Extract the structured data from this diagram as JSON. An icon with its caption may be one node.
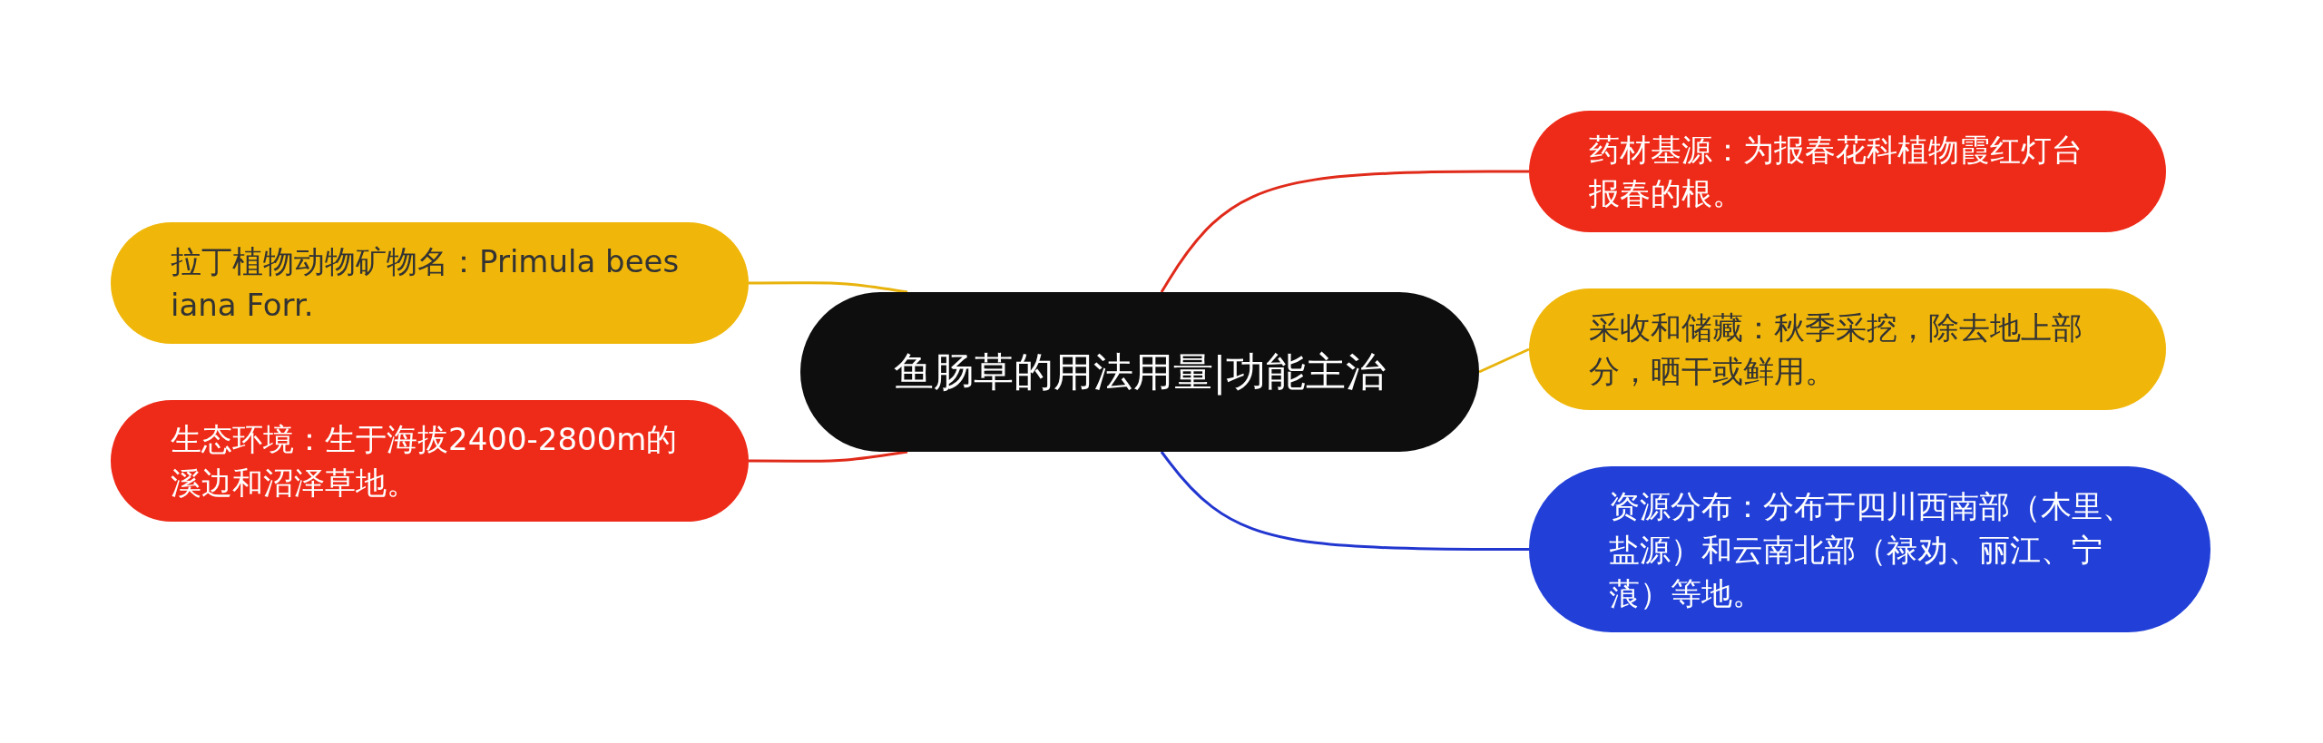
{
  "diagram": {
    "nodes": [
      {
        "text": [
          "鱼肠草的用法用量|功能主治"
        ]
      },
      {
        "text": [
          "药材基源：为报春花科植物霞红灯台报春的根。"
        ]
      },
      {
        "text": [
          "采收和储藏：秋季采挖，除去地上部分，晒干或鲜用。"
        ]
      },
      {
        "text": [
          "资源分布：分布于四川西南部（木里、盐源）和云南北部（禄劝、丽江、宁蒗）等地。"
        ]
      },
      {
        "text": [
          "拉丁植物动物矿物名：Primula beesiana Forr."
        ]
      },
      {
        "text": [
          "生态环境：生于海拔2400-2800m的溪边和沼泽草地。"
        ]
      }
    ],
    "edges": [
      {
        "from": 0,
        "to": 1,
        "arrow": "none",
        "color": "#e02a1a"
      },
      {
        "from": 0,
        "to": 2,
        "arrow": "none",
        "color": "#e8b30c"
      },
      {
        "from": 0,
        "to": 3,
        "arrow": "none",
        "color": "#2236d0"
      },
      {
        "from": 0,
        "to": 4,
        "arrow": "none",
        "color": "#e8b30c"
      },
      {
        "from": 0,
        "to": 5,
        "arrow": "none",
        "color": "#e02a1a"
      }
    ]
  }
}
